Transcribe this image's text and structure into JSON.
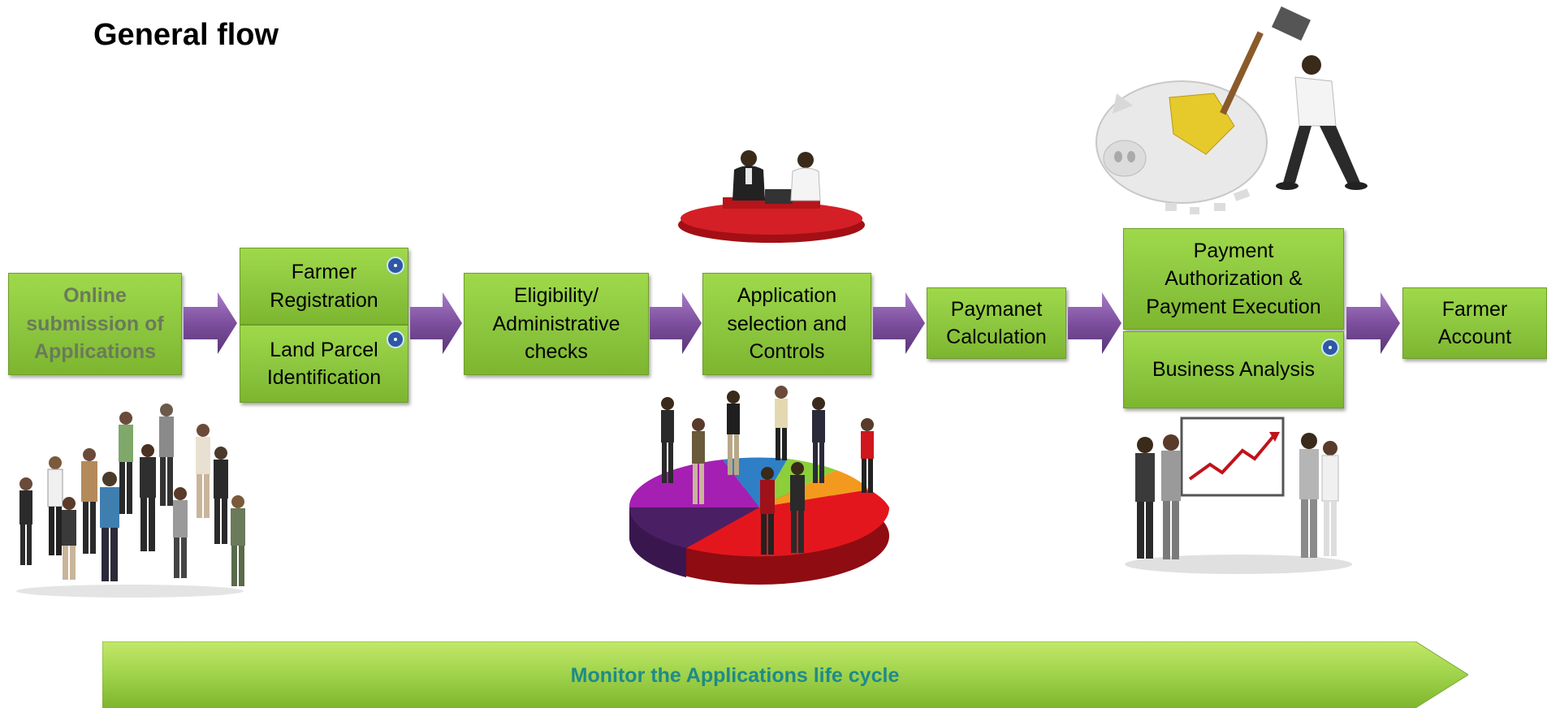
{
  "title": "General flow",
  "steps": {
    "online": "Online\nsubmission of\nApplications",
    "farmer_registration": "Farmer\nRegistration",
    "land_parcel": "Land Parcel\nIdentification",
    "eligibility": "Eligibility/\nAdministrative\nchecks",
    "application_selection": "Application\nselection and\nControls",
    "payment_calculation": "Paymanet\nCalculation",
    "payment_authorization": "Payment\nAuthorization &\nPayment Execution",
    "business_analysis": "Business Analysis",
    "farmer_account": "Farmer\nAccount"
  },
  "banner": "Monitor the Applications life cycle",
  "colors": {
    "box_green": "#8cc63f",
    "arrow_purple": "#7d4f9e",
    "banner_text": "#1f8a8a",
    "info_dot": "#2e58a5"
  },
  "icons": [
    "crowd-illustration",
    "meeting-illustration",
    "pie-chart-people-illustration",
    "piggy-bank-hammer-illustration",
    "presentation-illustration",
    "info-dot-icon"
  ]
}
